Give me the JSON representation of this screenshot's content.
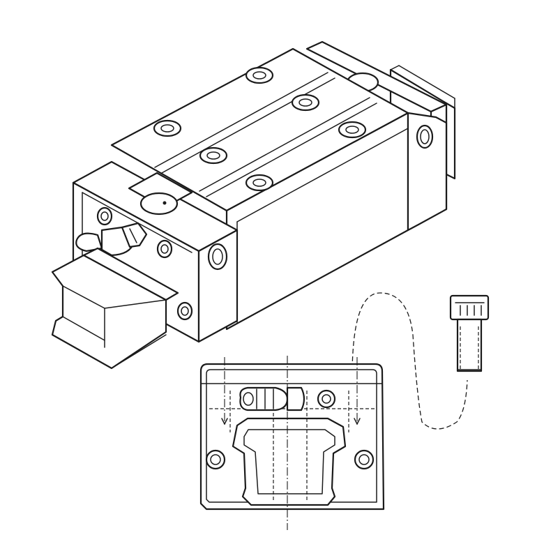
{
  "figure": {
    "line_color": "#1a1a1a",
    "background": "#ffffff",
    "parts": [
      "linear-guide-carriage",
      "rail",
      "grease-nipple",
      "front-view-carriage",
      "socket-head-screw",
      "dashed-leader"
    ]
  }
}
